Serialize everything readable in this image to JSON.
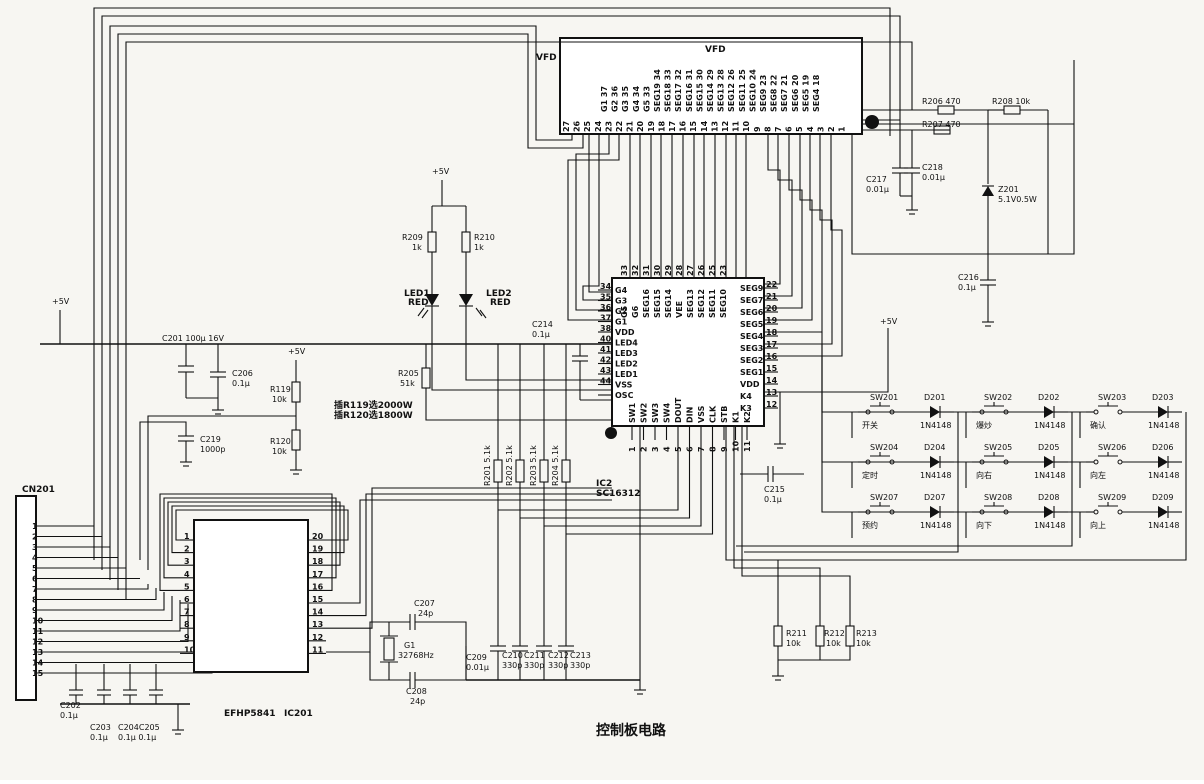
{
  "caption": "控制板电路",
  "vfd": {
    "label_left": "VFD",
    "label_top": "VFD",
    "pin_numbers": [
      "27",
      "26",
      "25",
      "24",
      "23",
      "22",
      "21",
      "20",
      "19",
      "18",
      "17",
      "16",
      "15",
      "14",
      "13",
      "12",
      "11",
      "10",
      "9",
      "8",
      "7",
      "6",
      "5",
      "4",
      "3",
      "2",
      "1"
    ],
    "segments": [
      "G1 37",
      "G2 36",
      "G3 35",
      "G4 34",
      "G5 33",
      "SEG19 34",
      "SEG18 33",
      "SEG17 32",
      "SEG16 31",
      "SEG15 30",
      "SEG14 29",
      "SEG13 28",
      "SEG12 26",
      "SEG11 25",
      "SEG10 24",
      "SEG9 23",
      "SEG8 22",
      "SEG7 21",
      "SEG6 20",
      "SEG5 19",
      "SEG4 18"
    ]
  },
  "ic2": {
    "name": "IC2",
    "part": "SC16312",
    "left_pins": [
      {
        "num": "34",
        "name": "G4"
      },
      {
        "num": "35",
        "name": "G3"
      },
      {
        "num": "36",
        "name": "G2"
      },
      {
        "num": "37",
        "name": "G1"
      },
      {
        "num": "38",
        "name": "VDD"
      },
      {
        "num": "40",
        "name": "LED4"
      },
      {
        "num": "41",
        "name": "LED3"
      },
      {
        "num": "42",
        "name": "LED2"
      },
      {
        "num": "43",
        "name": "LED1"
      },
      {
        "num": "44",
        "name": "VSS"
      },
      {
        "num": "",
        "name": "OSC"
      }
    ],
    "top_pins": [
      {
        "num": "33",
        "name": "G5"
      },
      {
        "num": "32",
        "name": "G6"
      },
      {
        "num": "31",
        "name": "SEG16"
      },
      {
        "num": "30",
        "name": "SEG15"
      },
      {
        "num": "29",
        "name": "SEG14"
      },
      {
        "num": "28",
        "name": "VEE"
      },
      {
        "num": "27",
        "name": "SEG13"
      },
      {
        "num": "26",
        "name": "SEG12"
      },
      {
        "num": "25",
        "name": "SEG11"
      },
      {
        "num": "23",
        "name": "SEG10"
      }
    ],
    "right_pins": [
      {
        "num": "22",
        "name": "SEG9"
      },
      {
        "num": "21",
        "name": "SEG7"
      },
      {
        "num": "20",
        "name": "SEG6"
      },
      {
        "num": "19",
        "name": "SEG5"
      },
      {
        "num": "18",
        "name": "SEG4"
      },
      {
        "num": "17",
        "name": "SEG3"
      },
      {
        "num": "16",
        "name": "SEG2"
      },
      {
        "num": "15",
        "name": "SEG1"
      },
      {
        "num": "14",
        "name": "VDD"
      },
      {
        "num": "13",
        "name": "K4"
      },
      {
        "num": "12",
        "name": "K3"
      }
    ],
    "bottom_pins": [
      {
        "num": "1",
        "name": "SW1"
      },
      {
        "num": "2",
        "name": "SW2"
      },
      {
        "num": "3",
        "name": "SW3"
      },
      {
        "num": "4",
        "name": "SW4"
      },
      {
        "num": "5",
        "name": "DOUT"
      },
      {
        "num": "6",
        "name": "DIN"
      },
      {
        "num": "7",
        "name": "VSS"
      },
      {
        "num": "8",
        "name": "CLK"
      },
      {
        "num": "9",
        "name": "STB"
      },
      {
        "num": "10",
        "name": "K1"
      },
      {
        "num": "11",
        "name": "K2"
      }
    ]
  },
  "ic201": {
    "name": "IC201",
    "part": "EFHP5841",
    "left_pins": [
      "1",
      "2",
      "3",
      "4",
      "5",
      "6",
      "7",
      "8",
      "9",
      "10"
    ],
    "right_pins": [
      "20",
      "19",
      "18",
      "17",
      "16",
      "15",
      "14",
      "13",
      "12",
      "11"
    ]
  },
  "cn201": {
    "name": "CN201",
    "pins": [
      "1",
      "2",
      "3",
      "4",
      "5",
      "6",
      "7",
      "8",
      "9",
      "10",
      "11",
      "12",
      "13",
      "14",
      "15"
    ]
  },
  "supply_labels": [
    "+5V",
    "+5V",
    "+5V",
    "+5V"
  ],
  "components": {
    "r206": "R206 470",
    "r207": "R207 470",
    "r208": "R208 10k",
    "c217": "C217",
    "c217_val": "0.01μ",
    "c218": "C218",
    "c218_val": "0.01μ",
    "z201": "Z201",
    "z201_val": "5.1V0.5W",
    "c216": "C216",
    "c216_val": "0.1μ",
    "r209": "R209",
    "r209_val": "1k",
    "r210": "R210",
    "r210_val": "1k",
    "led1": "LED1",
    "led1_val": "RED",
    "led2": "LED2",
    "led2_val": "RED",
    "c201": "C201 100μ 16V",
    "c206": "C206",
    "c206_val": "0.1μ",
    "c214": "C214",
    "c214_val": "0.1μ",
    "r119": "R119",
    "r119_val": "10k",
    "r120": "R120",
    "r120_val": "10k",
    "c219": "C219",
    "c219_val": "1000p",
    "r205": "R205",
    "r205_val": "51k",
    "note_line1": "插R119选2000W",
    "note_line2": "插R120选1800W",
    "r201": "R201 5.1k",
    "r202": "R202 5.1k",
    "r203": "R203 5.1k",
    "r204": "R204 5.1k",
    "c215": "C215",
    "c215_val": "0.1μ",
    "c207": "C207",
    "c207_val": "24p",
    "c208": "C208",
    "c208_val": "24p",
    "g1": "G1",
    "g1_val": "32768Hz",
    "c209": "C209",
    "c209_val": "0.01μ",
    "c210": "C210",
    "c210_val": "330p",
    "c211": "C211",
    "c211_val": "330p",
    "c212": "C212",
    "c212_val": "330p",
    "c213": "C213",
    "c213_val": "330p",
    "c202": "C202",
    "c202_val": "0.1μ",
    "c203": "C203",
    "c203_val": "0.1μ",
    "c204c205": "C204C205",
    "c204c205_val": "0.1μ 0.1μ",
    "r211": "R211",
    "r211_val": "10k",
    "r212": "R212",
    "r212_val": "10k",
    "r213": "R213",
    "r213_val": "10k"
  },
  "switches": [
    {
      "sw": "SW201",
      "label": "开关",
      "diode": "D201",
      "diode_part": "1N4148"
    },
    {
      "sw": "SW202",
      "label": "爆炒",
      "diode": "D202",
      "diode_part": "1N4148"
    },
    {
      "sw": "SW203",
      "label": "确认",
      "diode": "D203",
      "diode_part": "1N4148"
    },
    {
      "sw": "SW204",
      "label": "定时",
      "diode": "D204",
      "diode_part": "1N4148"
    },
    {
      "sw": "SW205",
      "label": "向右",
      "diode": "D205",
      "diode_part": "1N4148"
    },
    {
      "sw": "SW206",
      "label": "向左",
      "diode": "D206",
      "diode_part": "1N4148"
    },
    {
      "sw": "SW207",
      "label": "预约",
      "diode": "D207",
      "diode_part": "1N4148"
    },
    {
      "sw": "SW208",
      "label": "向下",
      "diode": "D208",
      "diode_part": "1N4148"
    },
    {
      "sw": "SW209",
      "label": "向上",
      "diode": "D209",
      "diode_part": "1N4148"
    }
  ]
}
